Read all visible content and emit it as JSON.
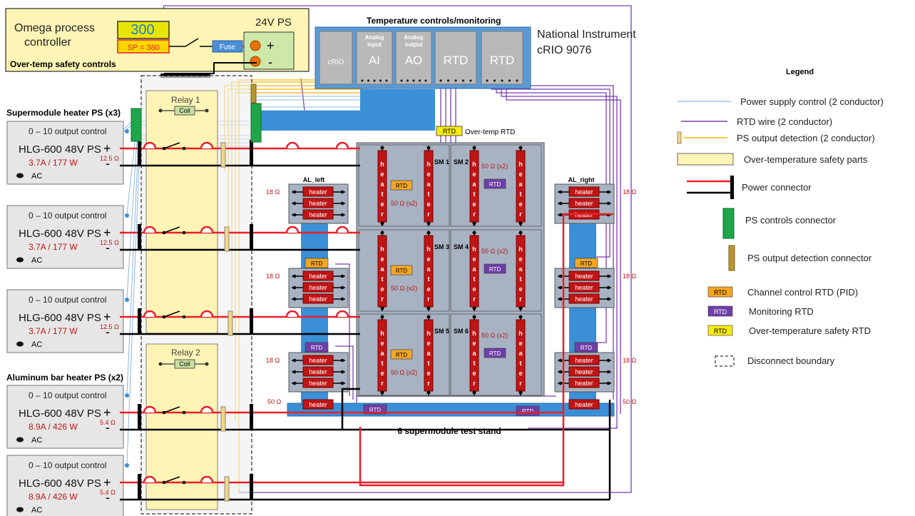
{
  "omega": {
    "title_line1": "Omega process",
    "title_line2": "controller",
    "display": "300",
    "setpoint": "SP = 380",
    "fuse": "Fuse",
    "ps_label": "24V PS",
    "plus": "+",
    "minus": "-",
    "caption": "Over-temp safety controls"
  },
  "ni": {
    "header": "Temperature controls/monitoring",
    "title_line1": "National Instrument",
    "title_line2": "cRIO 9076",
    "modules": [
      {
        "small1": "",
        "small2": "",
        "big": "cRIO"
      },
      {
        "small1": "Analog",
        "small2": "input",
        "big": "AI"
      },
      {
        "small1": "Analog",
        "small2": "output",
        "big": "AO"
      },
      {
        "small1": "",
        "small2": "",
        "big": "RTD"
      },
      {
        "small1": "",
        "small2": "",
        "big": "RTD"
      }
    ]
  },
  "relays": {
    "relay1": "Relay 1",
    "relay2": "Relay 2",
    "coil": "Coil"
  },
  "supplies": {
    "sm_group": "Supermodule heater PS (x3)",
    "al_group": "Aluminum bar heater PS (x2)",
    "units": [
      {
        "control": "0 – 10 output control",
        "model": "HLG-600 48V PS",
        "rating": "3.7A / 177 W",
        "resistance": "12.5 Ω",
        "ac": "AC",
        "plus": "+",
        "minus": "-"
      },
      {
        "control": "0 – 10 output control",
        "model": "HLG-600 48V PS",
        "rating": "3.7A / 177 W",
        "resistance": "12.5 Ω",
        "ac": "AC",
        "plus": "+",
        "minus": "-"
      },
      {
        "control": "0 – 10 output control",
        "model": "HLG-600 48V PS",
        "rating": "3.7A / 177 W",
        "resistance": "12.5 Ω",
        "ac": "AC",
        "plus": "+",
        "minus": "-"
      },
      {
        "control": "0 – 10 output control",
        "model": "HLG-600 48V PS",
        "rating": "8.9A / 426 W",
        "resistance": "5.4 Ω",
        "ac": "AC",
        "plus": "+",
        "minus": "-"
      },
      {
        "control": "0 – 10 output control",
        "model": "HLG-600 48V PS",
        "rating": "8.9A / 426 W",
        "resistance": "5.4 Ω",
        "ac": "AC",
        "plus": "+",
        "minus": "-"
      }
    ]
  },
  "stand": {
    "caption": "6 supermodule test stand",
    "al_left": "AL_left",
    "al_right": "AL_right",
    "heater": "heater",
    "heater_vertical": [
      "h",
      "e",
      "a",
      "t",
      "e",
      "r"
    ],
    "rtd": "RTD",
    "overtemp_rtd": "Over-temp RTD",
    "sm_labels": [
      "SM 1",
      "SM 2",
      "SM 3",
      "SM 4",
      "SM 5",
      "SM 6"
    ],
    "sm_resistance": "50 Ω (x2)",
    "bar_resistance": "18 Ω",
    "bottom_resistance": "50 Ω"
  },
  "legend": {
    "title": "Legend",
    "items": [
      "Power supply control (2 conductor)",
      "RTD wire (2 conductor)",
      "PS output detection (2 conductor)",
      "Over-temperature safety parts",
      "Power connector",
      "PS controls connector",
      "PS output detection connector",
      "Channel control RTD (PID)",
      "Monitoring RTD",
      "Over-temperature safety RTD",
      "Disconnect boundary"
    ],
    "swatch_label": "RTD"
  },
  "colors": {
    "power_red": "#e8202a",
    "rtd_purple": "#7a3fb0",
    "control_blue": "#8db4e2",
    "detect_gold": "#f5b800",
    "safety_yellow": "#fdf4b5",
    "connector_green": "#1fa54a",
    "detect_connector": "#b8972f",
    "stand_blue": "#3b8fd6",
    "ps_gray": "#e6e6e6",
    "heater_red": "#c01515",
    "pid_orange": "#f6a623",
    "monitor_purple": "#6e3fa8",
    "safety_rtd_yellow": "#f7ea10"
  }
}
